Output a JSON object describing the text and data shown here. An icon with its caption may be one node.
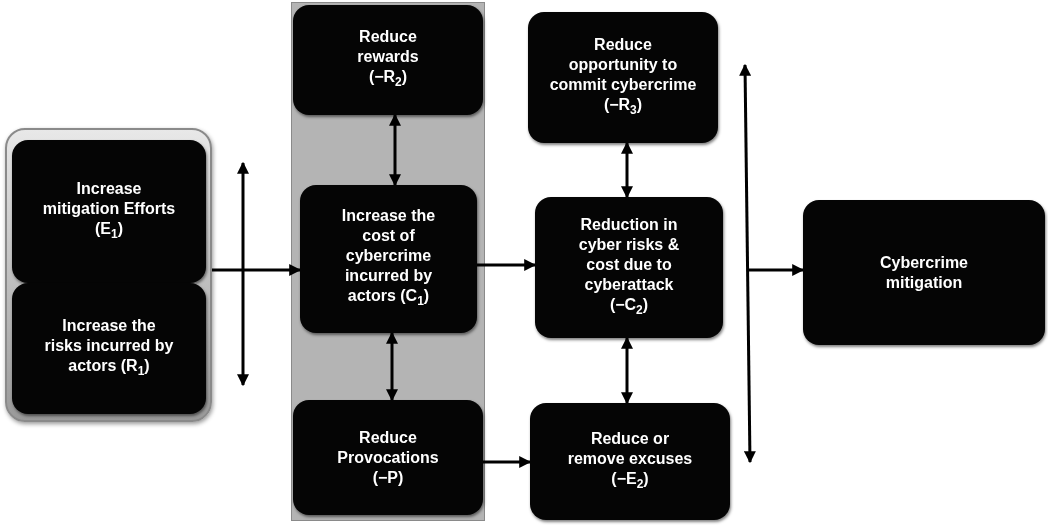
{
  "diagram": {
    "nodes": [
      {
        "text": [],
        "shape": "box"
      },
      {
        "text": [
          "Increase mitigation Efforts (E$_{1}$)"
        ],
        "in": 0
      },
      {
        "text": [
          "Increase the risks incurred by actors (R$_{1}$)"
        ],
        "in": 0
      },
      {
        "text": [],
        "shape": "box"
      },
      {
        "text": [
          "Reduce rewards (−R$_{2}$)"
        ],
        "in": 3
      },
      {
        "text": [
          "Increase the cost of cybercrime incurred by actors (C$_{1}$)"
        ],
        "in": 3
      },
      {
        "text": [
          "Reduce Provocations (−P)"
        ],
        "in": 3
      },
      {
        "text": [
          "Reduce opportunity to commit cybercrime (−R$_{3}$)"
        ]
      },
      {
        "text": [
          "Reduction in cyber risks & cost due to cyberattack (−C$_{2}$)"
        ]
      },
      {
        "text": [
          "Reduce or remove excuses (−E$_{2}$)"
        ]
      },
      {
        "text": [
          "Cybercrime mitigation"
        ]
      }
    ],
    "edges": [
      {
        "from": 0,
        "to": 5,
        "arrow": "to"
      },
      {
        "from": 4,
        "to": 5,
        "arrow": "both"
      },
      {
        "from": 5,
        "to": 6,
        "arrow": "both"
      },
      {
        "from": 5,
        "to": 8,
        "arrow": "to"
      },
      {
        "from": 6,
        "to": 9,
        "arrow": "to"
      },
      {
        "from": 7,
        "to": 8,
        "arrow": "both"
      },
      {
        "from": 8,
        "to": 9,
        "arrow": "both"
      },
      {
        "from": null,
        "to": 10,
        "arrow": "to"
      }
    ]
  }
}
